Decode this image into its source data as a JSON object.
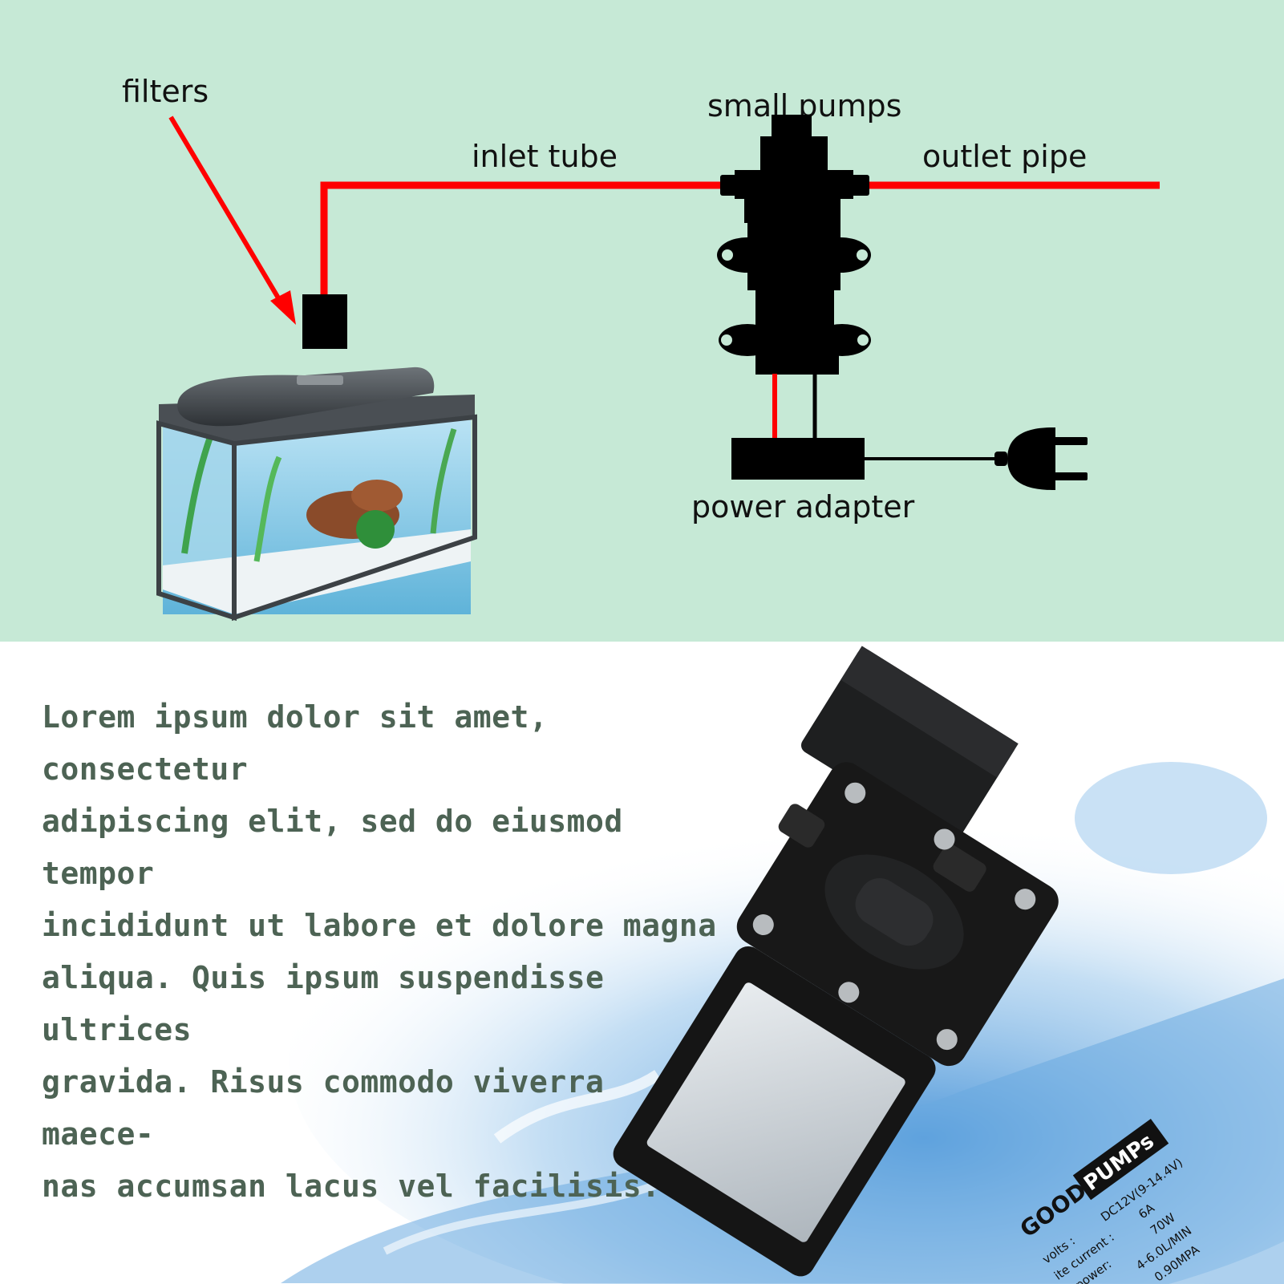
{
  "colors": {
    "background_top": "#c6e9d6",
    "tube_red": "#ff0000",
    "silhouette": "#000000",
    "text_green_gray": "#4d6354"
  },
  "labels": {
    "filters": "filters",
    "inlet_tube": "inlet tube",
    "small_pumps": "small pumps",
    "outlet_pipe": "outlet pipe",
    "power_adapter": "power adapter"
  },
  "body": {
    "paragraph": "Lorem ipsum dolor sit amet, consectetur\nadipiscing elit, sed do eiusmod tempor\nincididunt ut labore et dolore magna\naliqua. Quis ipsum suspendisse ultrices\ngravida. Risus commodo viverra maece-\nnas accumsan lacus vel facilisis."
  },
  "pump_photo": {
    "brand_a": "GOOD",
    "brand_b": "PUMPs",
    "voltage": "DC12V(9-14.4V)",
    "current": "6A",
    "power": "70W",
    "flow": "4-6.0L/MIN",
    "pressure": "0.90MPA",
    "spec_volts": "volts :",
    "spec_current": "ite current :",
    "spec_power": "n power:"
  },
  "icons": {
    "aquarium": "aquarium-icon",
    "filter_box": "filter-box-icon",
    "pump": "pump-silhouette-icon",
    "adapter": "power-adapter-icon",
    "plug": "plug-icon"
  }
}
